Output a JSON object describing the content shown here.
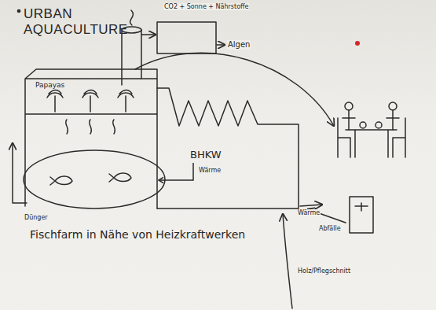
{
  "diagram": {
    "title": "URBAN AQUACULTURE",
    "caption": "Fischfarm in Nähe von Heizkraftwerken",
    "nodes": [
      {
        "text": [
          "Papayas"
        ]
      },
      {
        "text": [
          "BHKW"
        ]
      }
    ],
    "edges": [
      {
        "from": 1,
        "to": 0,
        "label": "Wärme",
        "arrow": "to"
      }
    ],
    "labels": [
      "CO2 + Sonne + Nährstoffe",
      "Algen",
      "Wärme",
      "Dünger",
      "Abfälle",
      "Holz/Pflegschnitt"
    ]
  }
}
